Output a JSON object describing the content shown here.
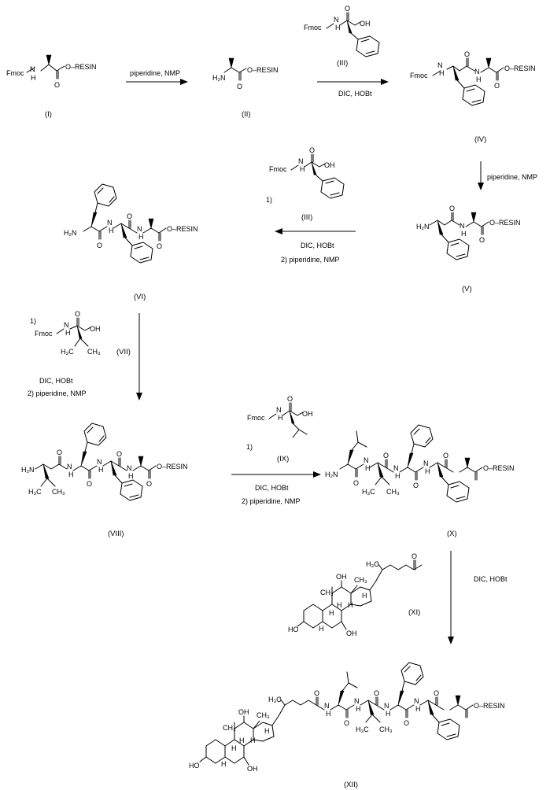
{
  "structures": {
    "I": {
      "label": "(I)",
      "texts": [
        "Fmoc",
        "N",
        "H",
        "O",
        "O–RESIN"
      ]
    },
    "II": {
      "label": "(II)",
      "texts": [
        "H₂N",
        "O",
        "O–RESIN"
      ]
    },
    "III": {
      "label": "(III)",
      "texts": [
        "Fmoc",
        "N",
        "H",
        "O",
        "OH"
      ]
    },
    "IV": {
      "label": "(IV)",
      "texts": [
        "Fmoc",
        "N",
        "H",
        "O",
        "N",
        "H",
        "O",
        "O–RESIN"
      ]
    },
    "V": {
      "label": "(V)",
      "texts": [
        "H₂N",
        "O",
        "N",
        "H",
        "O",
        "O–RESIN"
      ]
    },
    "VI": {
      "label": "(VI)",
      "texts": [
        "H₂N",
        "O",
        "N",
        "H",
        "O",
        "N",
        "H",
        "O",
        "O–RESIN"
      ]
    },
    "VII": {
      "label": "(VII)",
      "texts": [
        "Fmoc",
        "N",
        "H",
        "O",
        "OH",
        "H₃C",
        "CH₃"
      ]
    },
    "VIII": {
      "label": "(VIII)",
      "texts": [
        "H₂N",
        "H₃C",
        "CH₃",
        "O",
        "N",
        "H",
        "O",
        "N",
        "H",
        "O",
        "N",
        "H",
        "O",
        "O–RESIN"
      ]
    },
    "IX": {
      "label": "(IX)",
      "texts": [
        "Fmoc",
        "N",
        "H",
        "O",
        "OH"
      ]
    },
    "X": {
      "label": "(X)",
      "texts": [
        "H₂N",
        "O",
        "N",
        "H",
        "O",
        "N",
        "H",
        "O",
        "N",
        "H",
        "O",
        "O–RESIN",
        "H₃C",
        "CH₃"
      ]
    },
    "XI": {
      "label": "(XI)",
      "texts": [
        "HO",
        "OH",
        "OH",
        "O",
        "H",
        "H",
        "H",
        "H",
        "H",
        "CH₃",
        "CH₃",
        "H₃C"
      ]
    },
    "XII": {
      "label": "(XII)",
      "texts": [
        "HO",
        "OH",
        "OH",
        "O",
        "N",
        "H",
        "O",
        "N",
        "H",
        "O",
        "N",
        "H",
        "O",
        "N",
        "H",
        "O",
        "O–RESIN",
        "H₃C",
        "CH₃",
        "H",
        "H",
        "H",
        "H",
        "H",
        "CH₃",
        "CH₃",
        "H₃C"
      ]
    }
  },
  "conditions": {
    "step1": {
      "above": "piperidine, NMP",
      "below": ""
    },
    "step2": {
      "marker": "",
      "above": "",
      "below": "DIC, HOBt"
    },
    "step3": {
      "right": "piperidine, NMP"
    },
    "step4": {
      "marker": "1)",
      "line1": "DIC, HOBt",
      "line2": "2) piperidine, NMP"
    },
    "step5": {
      "marker": "1)",
      "line1": "DIC, HOBt",
      "line2": "2) piperidine, NMP"
    },
    "step6": {
      "marker": "1)",
      "line1": "DIC, HOBt",
      "line2": "2) piperidine, NMP"
    },
    "step7": {
      "right": "DIC, HOBt"
    }
  }
}
